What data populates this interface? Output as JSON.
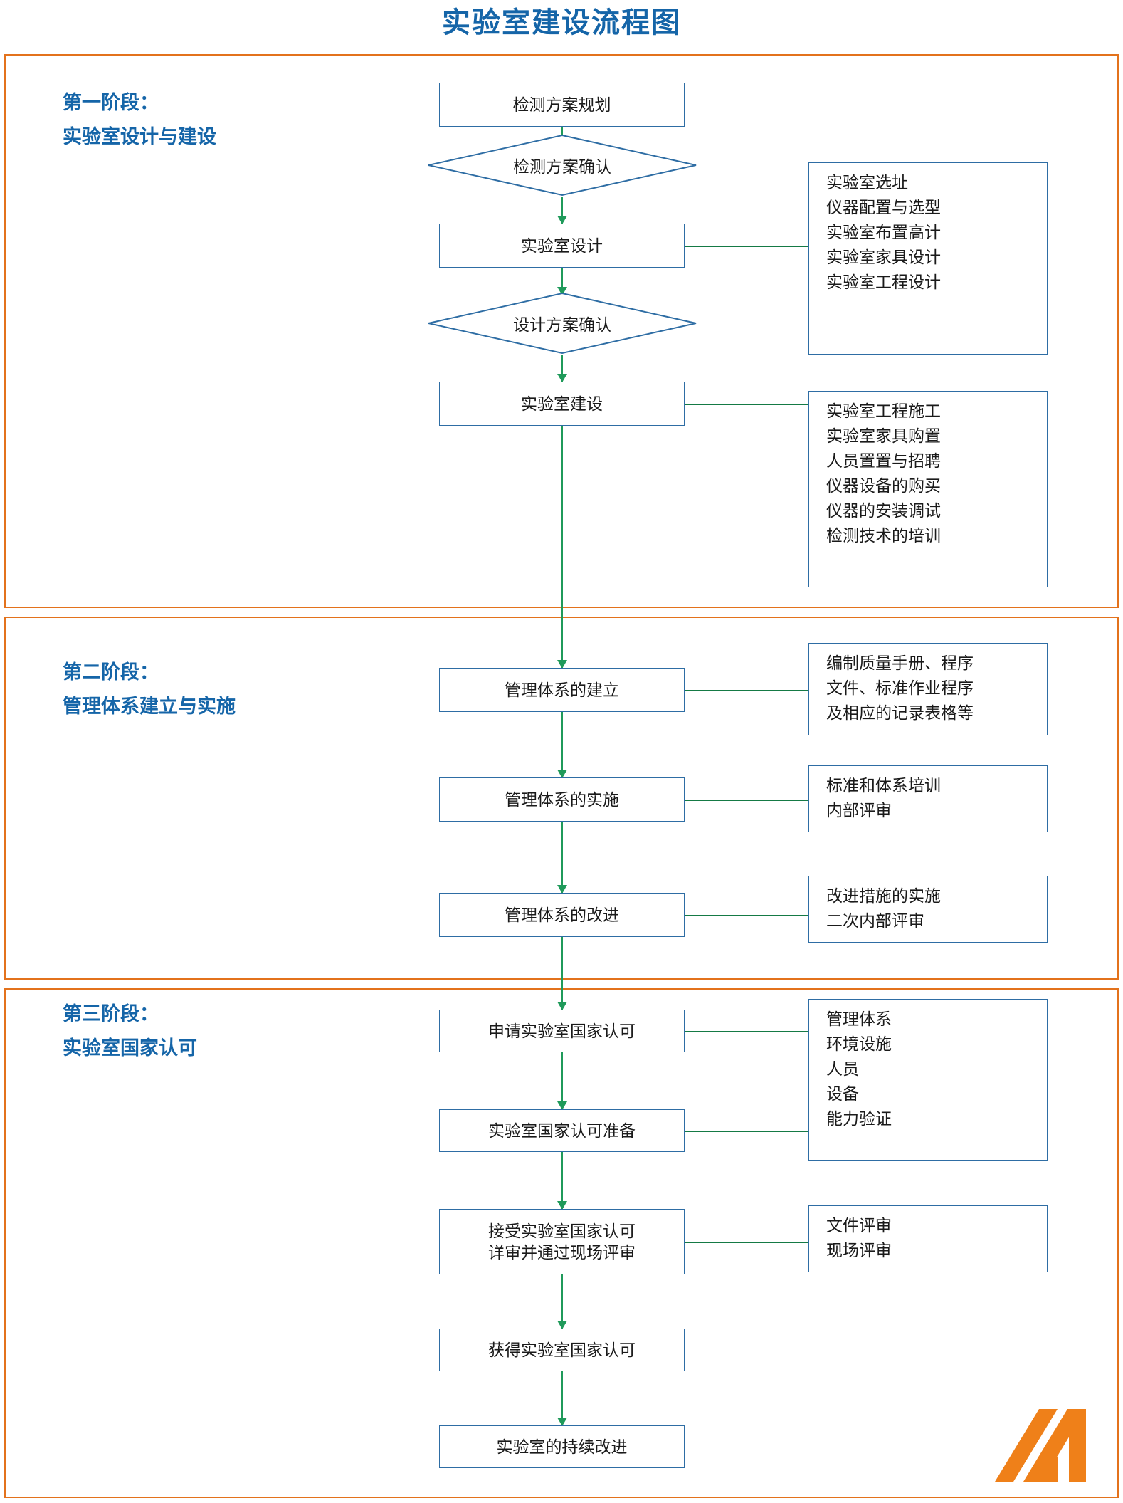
{
  "document": {
    "title": "实验室建设流程图",
    "title_color": "#1565a8",
    "accent_color": "#e3721c",
    "node_border_color": "#2e6da4",
    "connector_color": "#1f9a5a"
  },
  "stages": [
    {
      "id": "stage-1",
      "label_line1": "第一阶段：",
      "label_line2": "实验室设计与建设",
      "nodes": [
        {
          "name": "detection-plan-planning",
          "text": "检测方案规划",
          "shape": "rect"
        },
        {
          "name": "detection-plan-confirm",
          "text": "检测方案确认",
          "shape": "diamond"
        },
        {
          "name": "lab-design",
          "text": "实验室设计",
          "shape": "rect"
        },
        {
          "name": "design-plan-confirm",
          "text": "设计方案确认",
          "shape": "diamond"
        },
        {
          "name": "lab-construction",
          "text": "实验室建设",
          "shape": "rect"
        }
      ],
      "notes": [
        {
          "name": "note-lab-design",
          "lines": [
            "实验室选址",
            "仪器配置与选型",
            "实验室布置高计",
            "实验室家具设计",
            "实验室工程设计"
          ]
        },
        {
          "name": "note-lab-construction",
          "lines": [
            "实验室工程施工",
            "实验室家具购置",
            "人员置置与招聘",
            "仪器设备的购买",
            "仪器的安装调试",
            "检测技术的培训"
          ]
        }
      ]
    },
    {
      "id": "stage-2",
      "label_line1": "第二阶段：",
      "label_line2": "管理体系建立与实施",
      "nodes": [
        {
          "name": "mgmt-system-establish",
          "text": "管理体系的建立",
          "shape": "rect"
        },
        {
          "name": "mgmt-system-implement",
          "text": "管理体系的实施",
          "shape": "rect"
        },
        {
          "name": "mgmt-system-improve",
          "text": "管理体系的改进",
          "shape": "rect"
        }
      ],
      "notes": [
        {
          "name": "note-mgmt-establish",
          "lines": [
            "编制质量手册、程序",
            "文件、标准作业程序",
            "及相应的记录表格等"
          ]
        },
        {
          "name": "note-mgmt-implement",
          "lines": [
            "标准和体系培训",
            "内部评审"
          ]
        },
        {
          "name": "note-mgmt-improve",
          "lines": [
            "改进措施的实施",
            "二次内部评审"
          ]
        }
      ]
    },
    {
      "id": "stage-3",
      "label_line1": "第三阶段：",
      "label_line2": "实验室国家认可",
      "nodes": [
        {
          "name": "apply-national-accreditation",
          "text": "申请实验室国家认可",
          "shape": "rect"
        },
        {
          "name": "prepare-national-accreditation",
          "text": "实验室国家认可准备",
          "shape": "rect"
        },
        {
          "name": "accept-onsite-review",
          "text": "接受实验室国家认可\n详审并通过现场评审",
          "shape": "rect"
        },
        {
          "name": "obtain-national-accreditation",
          "text": "获得实验室国家认可",
          "shape": "rect"
        },
        {
          "name": "continuous-improvement",
          "text": "实验室的持续改进",
          "shape": "rect"
        }
      ],
      "notes": [
        {
          "name": "note-accreditation-scope",
          "lines": [
            "管理体系",
            "环境设施",
            "人员",
            "设备",
            "能力验证"
          ]
        },
        {
          "name": "note-review-types",
          "lines": [
            "文件评审",
            "现场评审"
          ]
        }
      ]
    }
  ],
  "logo": {
    "name": "brand-logo",
    "color": "#ef8019"
  }
}
